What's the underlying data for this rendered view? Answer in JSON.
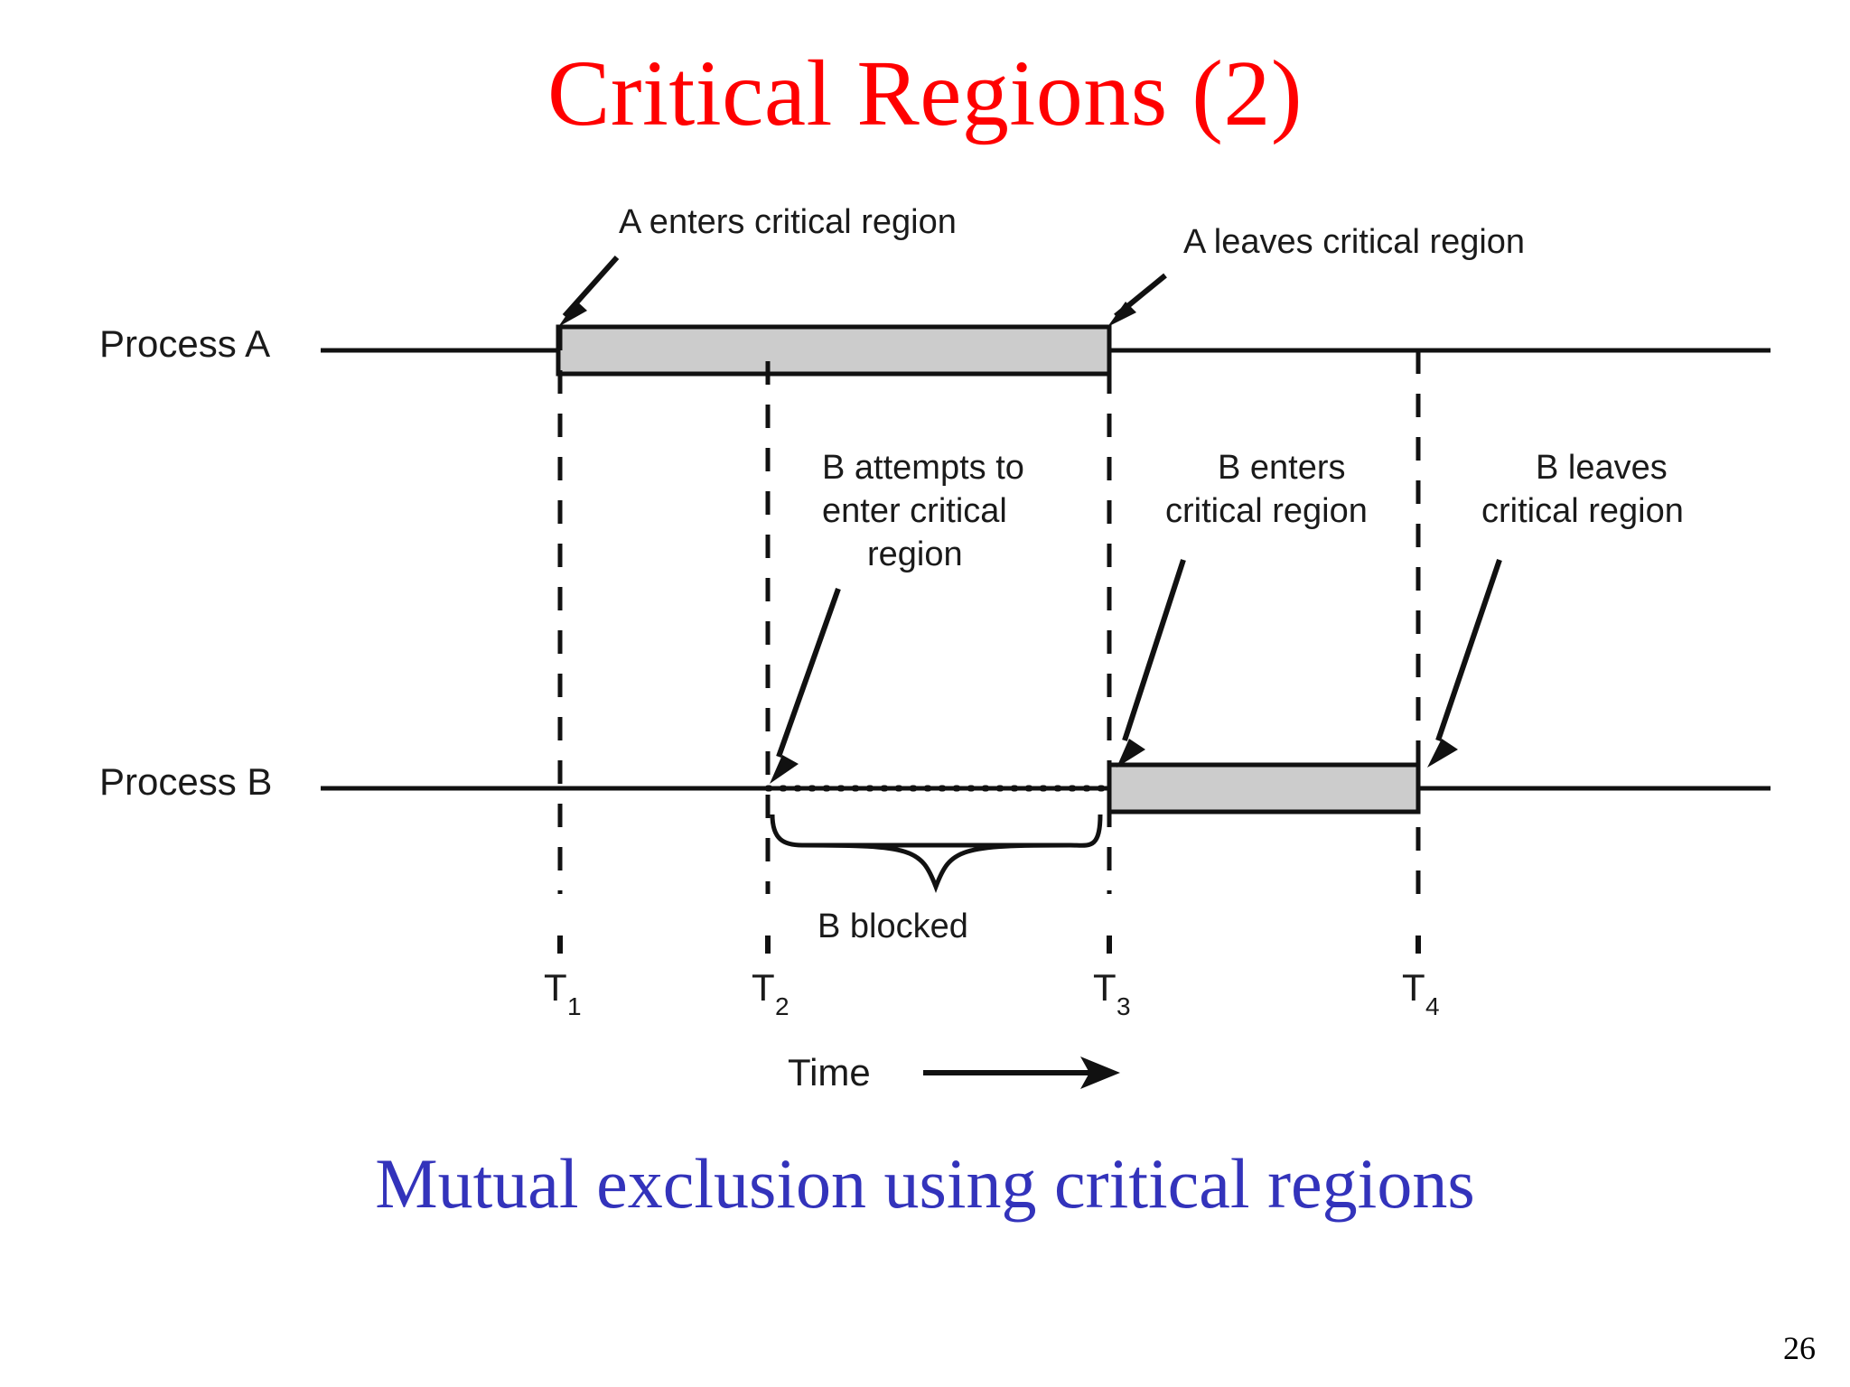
{
  "slide": {
    "title": "Critical Regions (2)",
    "caption": "Mutual exclusion using critical regions",
    "page_number": "26",
    "title_color": "#ff0000",
    "caption_color": "#3333bb"
  },
  "figure": {
    "lane_labels": {
      "process_a": "Process A",
      "process_b": "Process B"
    },
    "annotations": {
      "a_enters": "A enters critical region",
      "a_leaves": "A leaves critical region",
      "b_attempts_line1": "B attempts to",
      "b_attempts_line2": "enter critical",
      "b_attempts_line3": "region",
      "b_enters_line1": "B enters",
      "b_enters_line2": "critical region",
      "b_leaves_line1": "B leaves",
      "b_leaves_line2": "critical region",
      "b_blocked": "B blocked"
    },
    "time_axis": {
      "label": "Time",
      "ticks": [
        {
          "base": "T",
          "sub": "1"
        },
        {
          "base": "T",
          "sub": "2"
        },
        {
          "base": "T",
          "sub": "3"
        },
        {
          "base": "T",
          "sub": "4"
        }
      ]
    },
    "colors": {
      "critical_region_fill": "#cccccc",
      "stroke": "#111111"
    },
    "timeline": {
      "process_a_critical_start": "T1",
      "process_a_critical_end": "T3",
      "process_b_blocked_start": "T2",
      "process_b_blocked_end": "T3",
      "process_b_critical_start": "T3",
      "process_b_critical_end": "T4"
    }
  }
}
